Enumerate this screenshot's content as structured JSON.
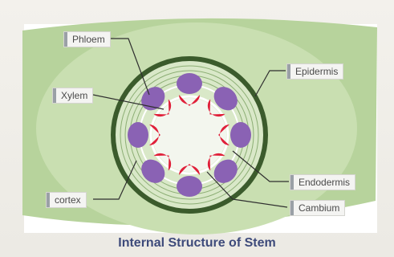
{
  "diagram": {
    "title": "Internal Structure of Stem",
    "labels": {
      "phloem": "Phloem",
      "xylem": "Xylem",
      "cortex": "cortex",
      "epidermis": "Epidermis",
      "endodermis": "Endodermis",
      "cambium": "Cambium"
    },
    "vascular_bundle_count": 8
  },
  "colors": {
    "background_green": "#a9c98c",
    "cortex_green": "#d6e6c4",
    "epidermis": "#3b5b2c",
    "phloem": "#8a62b4",
    "xylem": "#e0203a",
    "pith": "#f3f6ee",
    "title": "#3d4a7a"
  }
}
